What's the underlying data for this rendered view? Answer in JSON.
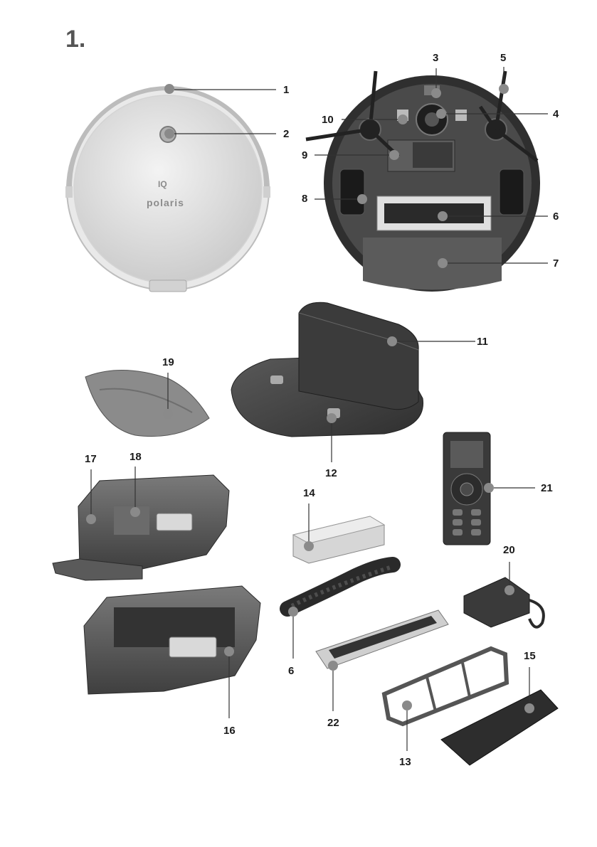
{
  "figure": {
    "number_label": "1."
  },
  "robot_top": {
    "logo_text": "polaris",
    "badge_text": "IQ"
  },
  "callouts": [
    {
      "id": "1",
      "label": "1"
    },
    {
      "id": "2",
      "label": "2"
    },
    {
      "id": "3",
      "label": "3"
    },
    {
      "id": "4",
      "label": "4"
    },
    {
      "id": "5",
      "label": "5"
    },
    {
      "id": "6a",
      "label": "6"
    },
    {
      "id": "7",
      "label": "7"
    },
    {
      "id": "8",
      "label": "8"
    },
    {
      "id": "9",
      "label": "9"
    },
    {
      "id": "10",
      "label": "10"
    },
    {
      "id": "11",
      "label": "11"
    },
    {
      "id": "12",
      "label": "12"
    },
    {
      "id": "13",
      "label": "13"
    },
    {
      "id": "14",
      "label": "14"
    },
    {
      "id": "15",
      "label": "15"
    },
    {
      "id": "16",
      "label": "16"
    },
    {
      "id": "17",
      "label": "17"
    },
    {
      "id": "18",
      "label": "18"
    },
    {
      "id": "19",
      "label": "19"
    },
    {
      "id": "20",
      "label": "20"
    },
    {
      "id": "21",
      "label": "21"
    },
    {
      "id": "22",
      "label": "22"
    },
    {
      "id": "6b",
      "label": "6"
    }
  ],
  "colors": {
    "dark_part": "#3a3a3a",
    "mid_part": "#6b6b6b",
    "light_part": "#d9d9d9",
    "callout_dot": "#8a8a8a"
  }
}
